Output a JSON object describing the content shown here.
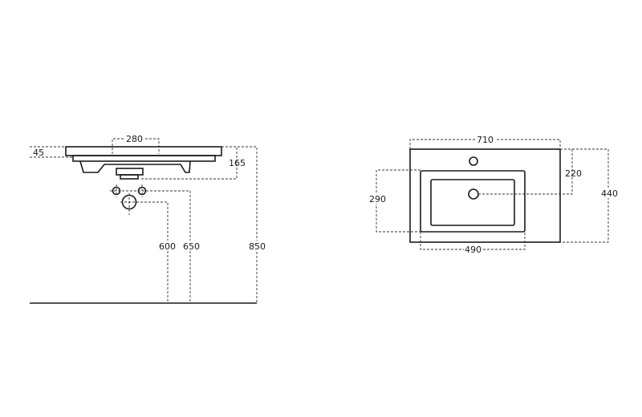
{
  "side_view": {
    "dimensions": {
      "top_thickness": "45",
      "tap_hole_spacing": "280",
      "basin_depth": "165",
      "waste_height": "600",
      "supply_height": "650",
      "installation_height": "850"
    }
  },
  "top_view": {
    "dimensions": {
      "overall_width": "710",
      "overall_depth": "440",
      "drain_offset": "220",
      "bowl_depth": "290",
      "bowl_width": "490"
    }
  },
  "colors": {
    "line": "#1a1a1a",
    "background": "#ffffff"
  }
}
